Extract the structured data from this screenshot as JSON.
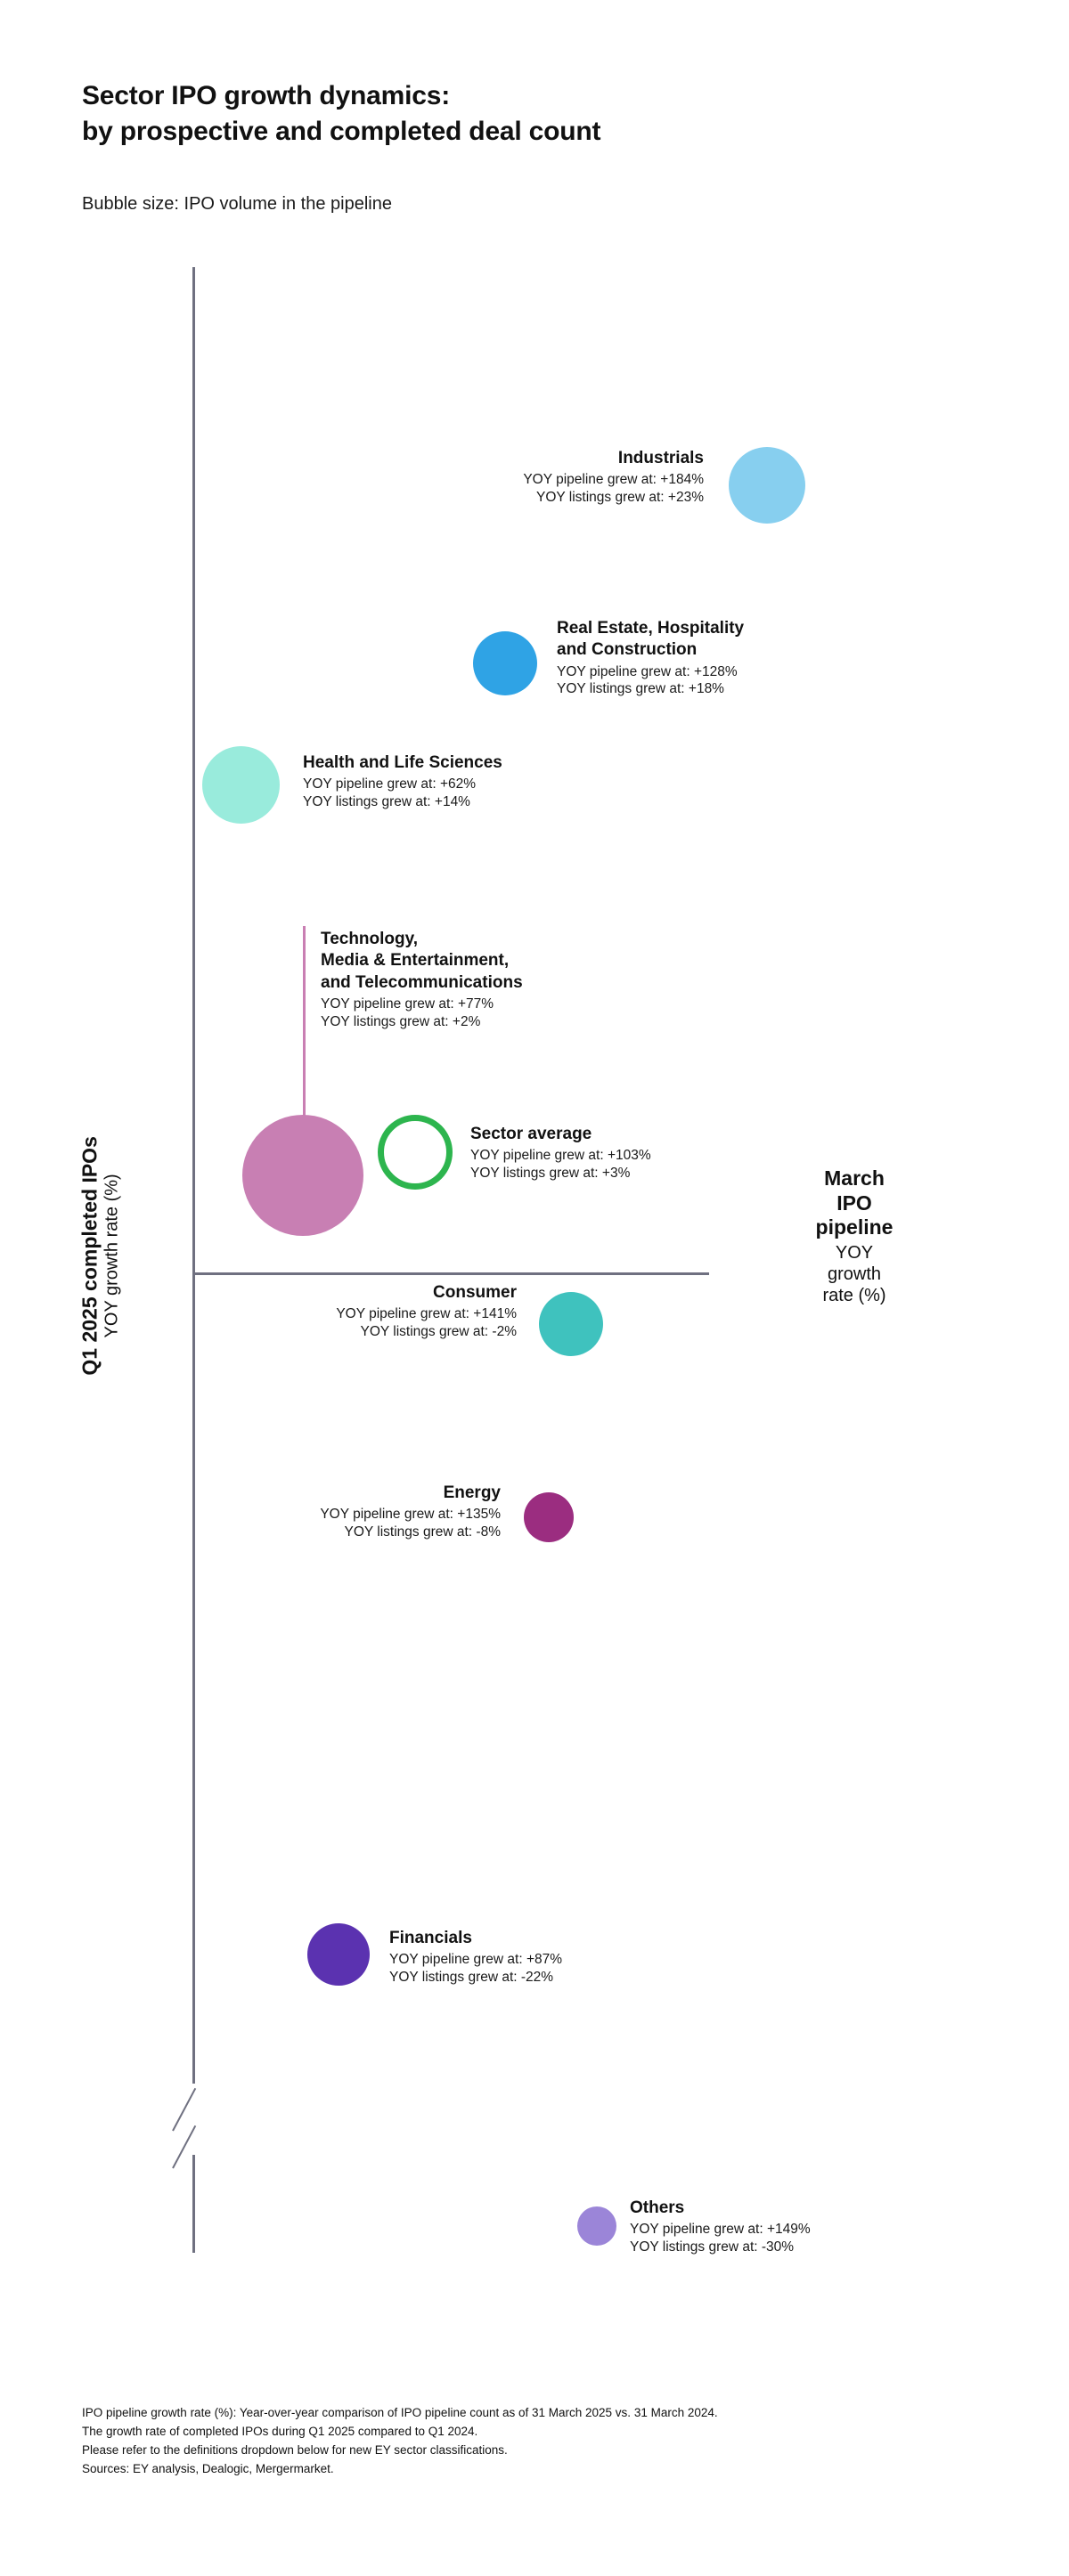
{
  "header": {
    "title": "Sector IPO growth dynamics:\nby prospective and completed deal count",
    "subtitle": "Bubble size: IPO volume in the pipeline"
  },
  "axes": {
    "y_title": "Q1 2025 completed IPOs",
    "y_subtitle": "YOY growth rate (%)",
    "x_title": "March\nIPO\npipeline",
    "x_subtitle": "YOY\ngrowth\nrate (%)"
  },
  "labels": {
    "pipeline_prefix": "YOY pipeline grew at: ",
    "listings_prefix": "YOY listings grew at: "
  },
  "footnote": {
    "line1": "IPO pipeline growth rate (%): Year-over-year comparison of IPO pipeline count as of 31 March 2025 vs. 31 March 2024.",
    "line2": "The growth rate of completed IPOs during Q1 2025 compared to Q1 2024.",
    "line3": "Please refer to the definitions dropdown below for new EY sector classifications.",
    "line4": "Sources: EY analysis, Dealogic, Mergermarket."
  },
  "chart_data": {
    "type": "scatter",
    "title": "Sector IPO growth dynamics: by prospective and completed deal count",
    "subtitle": "Bubble size: IPO volume in the pipeline",
    "xlabel": "March IPO pipeline YOY growth rate (%)",
    "ylabel": "Q1 2025 completed IPOs YOY growth rate (%)",
    "grid": false,
    "legend": false,
    "size_encoding": "IPO volume in the pipeline",
    "points": [
      {
        "name": "Industrials",
        "pipeline_growth": 184,
        "listings_growth": 23,
        "pipeline_text": "+184%",
        "listings_text": "+23%",
        "color": "#87CFEF",
        "filled": true
      },
      {
        "name": "Real Estate, Hospitality\nand Construction",
        "pipeline_growth": 128,
        "listings_growth": 18,
        "pipeline_text": "+128%",
        "listings_text": "+18%",
        "color": "#2FA3E5",
        "filled": true
      },
      {
        "name": "Health and Life Sciences",
        "pipeline_growth": 62,
        "listings_growth": 14,
        "pipeline_text": "+62%",
        "listings_text": "+14%",
        "color": "#99EBDC",
        "filled": true
      },
      {
        "name": "Technology,\nMedia & Entertainment,\nand Telecommunications",
        "pipeline_growth": 77,
        "listings_growth": 2,
        "pipeline_text": "+77%",
        "listings_text": "+2%",
        "color": "#C87FB3",
        "filled": true
      },
      {
        "name": "Sector average",
        "pipeline_growth": 103,
        "listings_growth": 3,
        "pipeline_text": "+103%",
        "listings_text": "+3%",
        "color": "#2DB54E",
        "filled": false
      },
      {
        "name": "Consumer",
        "pipeline_growth": 141,
        "listings_growth": -2,
        "pipeline_text": "+141%",
        "listings_text": "-2%",
        "color": "#3FC2BE",
        "filled": true
      },
      {
        "name": "Energy",
        "pipeline_growth": 135,
        "listings_growth": -8,
        "pipeline_text": "+135%",
        "listings_text": "-8%",
        "color": "#9B2D80",
        "filled": true
      },
      {
        "name": "Financials",
        "pipeline_growth": 87,
        "listings_growth": -22,
        "pipeline_text": "+87%",
        "listings_text": "-22%",
        "color": "#5B32B0",
        "filled": true
      },
      {
        "name": "Others",
        "pipeline_growth": 149,
        "listings_growth": -30,
        "pipeline_text": "+149%",
        "listings_text": "-30%",
        "color": "#9B85D8",
        "filled": true
      }
    ],
    "notes": [
      "IPO pipeline growth rate (%): Year-over-year comparison of IPO pipeline count as of 31 March 2025 vs. 31 March 2024.",
      "The growth rate of completed IPOs during Q1 2025 compared to Q1 2024.",
      "Please refer to the definitions dropdown below for new EY sector classifications.",
      "Sources: EY analysis, Dealogic, Mergermarket."
    ]
  }
}
